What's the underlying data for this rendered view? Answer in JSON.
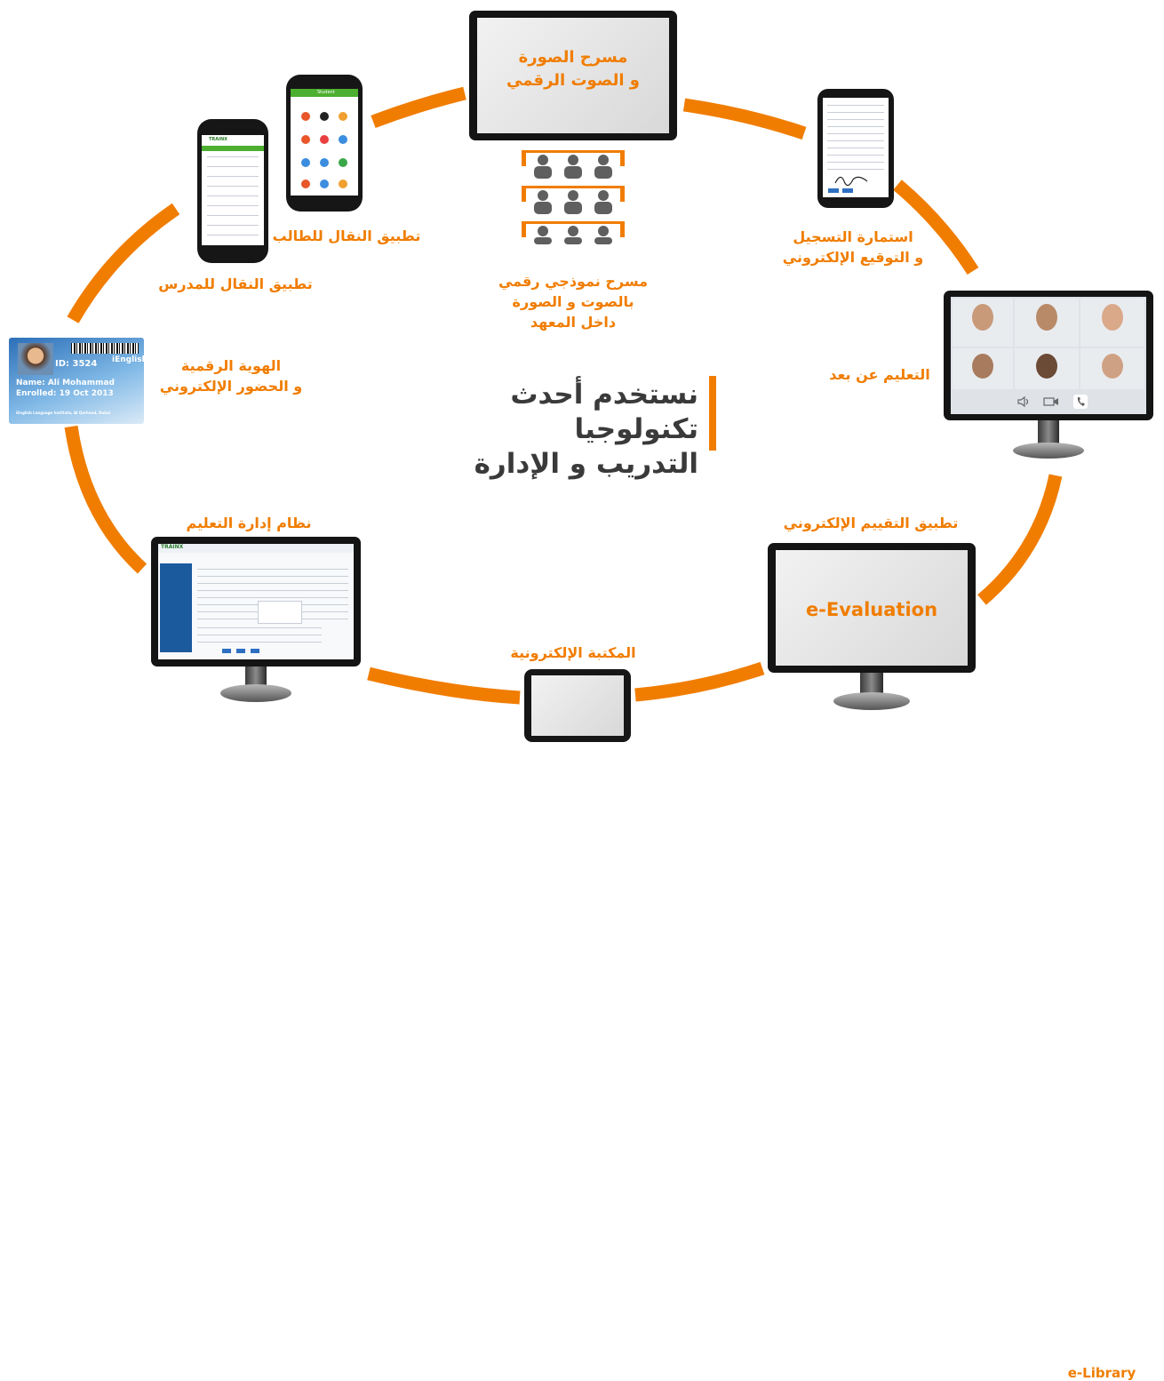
{
  "center": {
    "line1": "نستخدم أحدث تكنولوجيا",
    "line2": "التدريب و الإدارة"
  },
  "digital_theater": {
    "screen_line1": "مسرح الصورة",
    "screen_line2": "و الصوت الرقمي"
  },
  "model_theater": {
    "line1": "مسرح نموذجي رقمي",
    "line2": "بالصوت و الصورة",
    "line3": "داخل المعهد"
  },
  "registration": {
    "line1": "استمارة التسجيل",
    "line2": "و التوقيع الإلكتروني"
  },
  "remote_learning": {
    "label": "التعليم عن بعد"
  },
  "evaluation": {
    "label": "تطبيق التقييم الإلكتروني",
    "screen_text": "e-Evaluation"
  },
  "library": {
    "label": "المكتبة الإلكترونية",
    "screen_text": "e-Library"
  },
  "lms": {
    "label": "نظام إدارة التعليم",
    "logo": "TRAINX"
  },
  "digital_id": {
    "line1": "الهوية الرقمية",
    "line2": "و الحضور الإلكتروني",
    "card_id": "ID: 3524",
    "card_brand": "iEnglish",
    "card_name": "Name: Ali Mohammad",
    "card_enrolled": "Enrolled: 19 Oct 2013",
    "card_footer": "iEnglish Language Institute, Al Qarhoud, Dubai"
  },
  "teacher_app": {
    "label": "تطبيق النقال للمدرس",
    "logo": "TRAINX"
  },
  "student_app": {
    "label": "تطبيق النقال للطالب",
    "header": "Student"
  },
  "colors": {
    "accent": "#f07d00",
    "title": "#3a3a3a",
    "audience": "#5f5f5f"
  },
  "icons": [
    "person-icon",
    "speaker-icon",
    "camera-icon",
    "phone-icon",
    "signature-icon"
  ]
}
